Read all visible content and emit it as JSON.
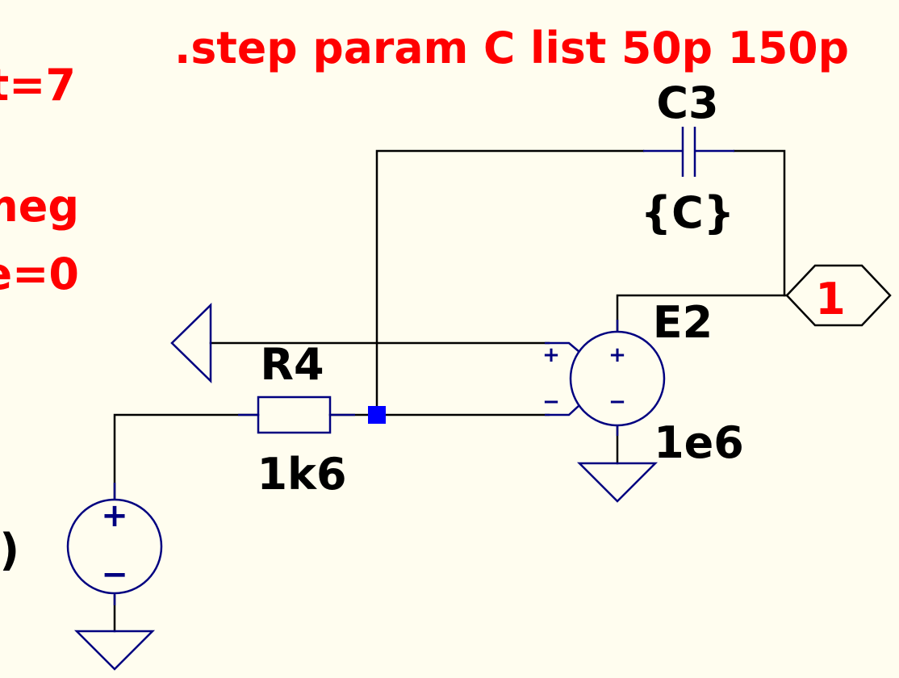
{
  "directive": {
    "step": ".step param C list 50p 150p",
    "clipped_lines": [
      "t=7",
      "meg",
      "e=0",
      ")"
    ]
  },
  "components": {
    "capacitor": {
      "name": "C3",
      "value": "{C}"
    },
    "resistor": {
      "name": "R4",
      "value": "1k6"
    },
    "vcvs": {
      "name": "E2",
      "value": "1e6",
      "plus": "+",
      "minus": "−"
    },
    "vsource": {
      "plus": "+",
      "minus": "−"
    }
  },
  "labels": {
    "output_net": "1"
  },
  "colors": {
    "background": "#FFFDEF",
    "wire": "#000000",
    "symbol": "#000080",
    "directive_text": "#FF0000",
    "component_text": "#000000",
    "junction": "#0000FF"
  }
}
